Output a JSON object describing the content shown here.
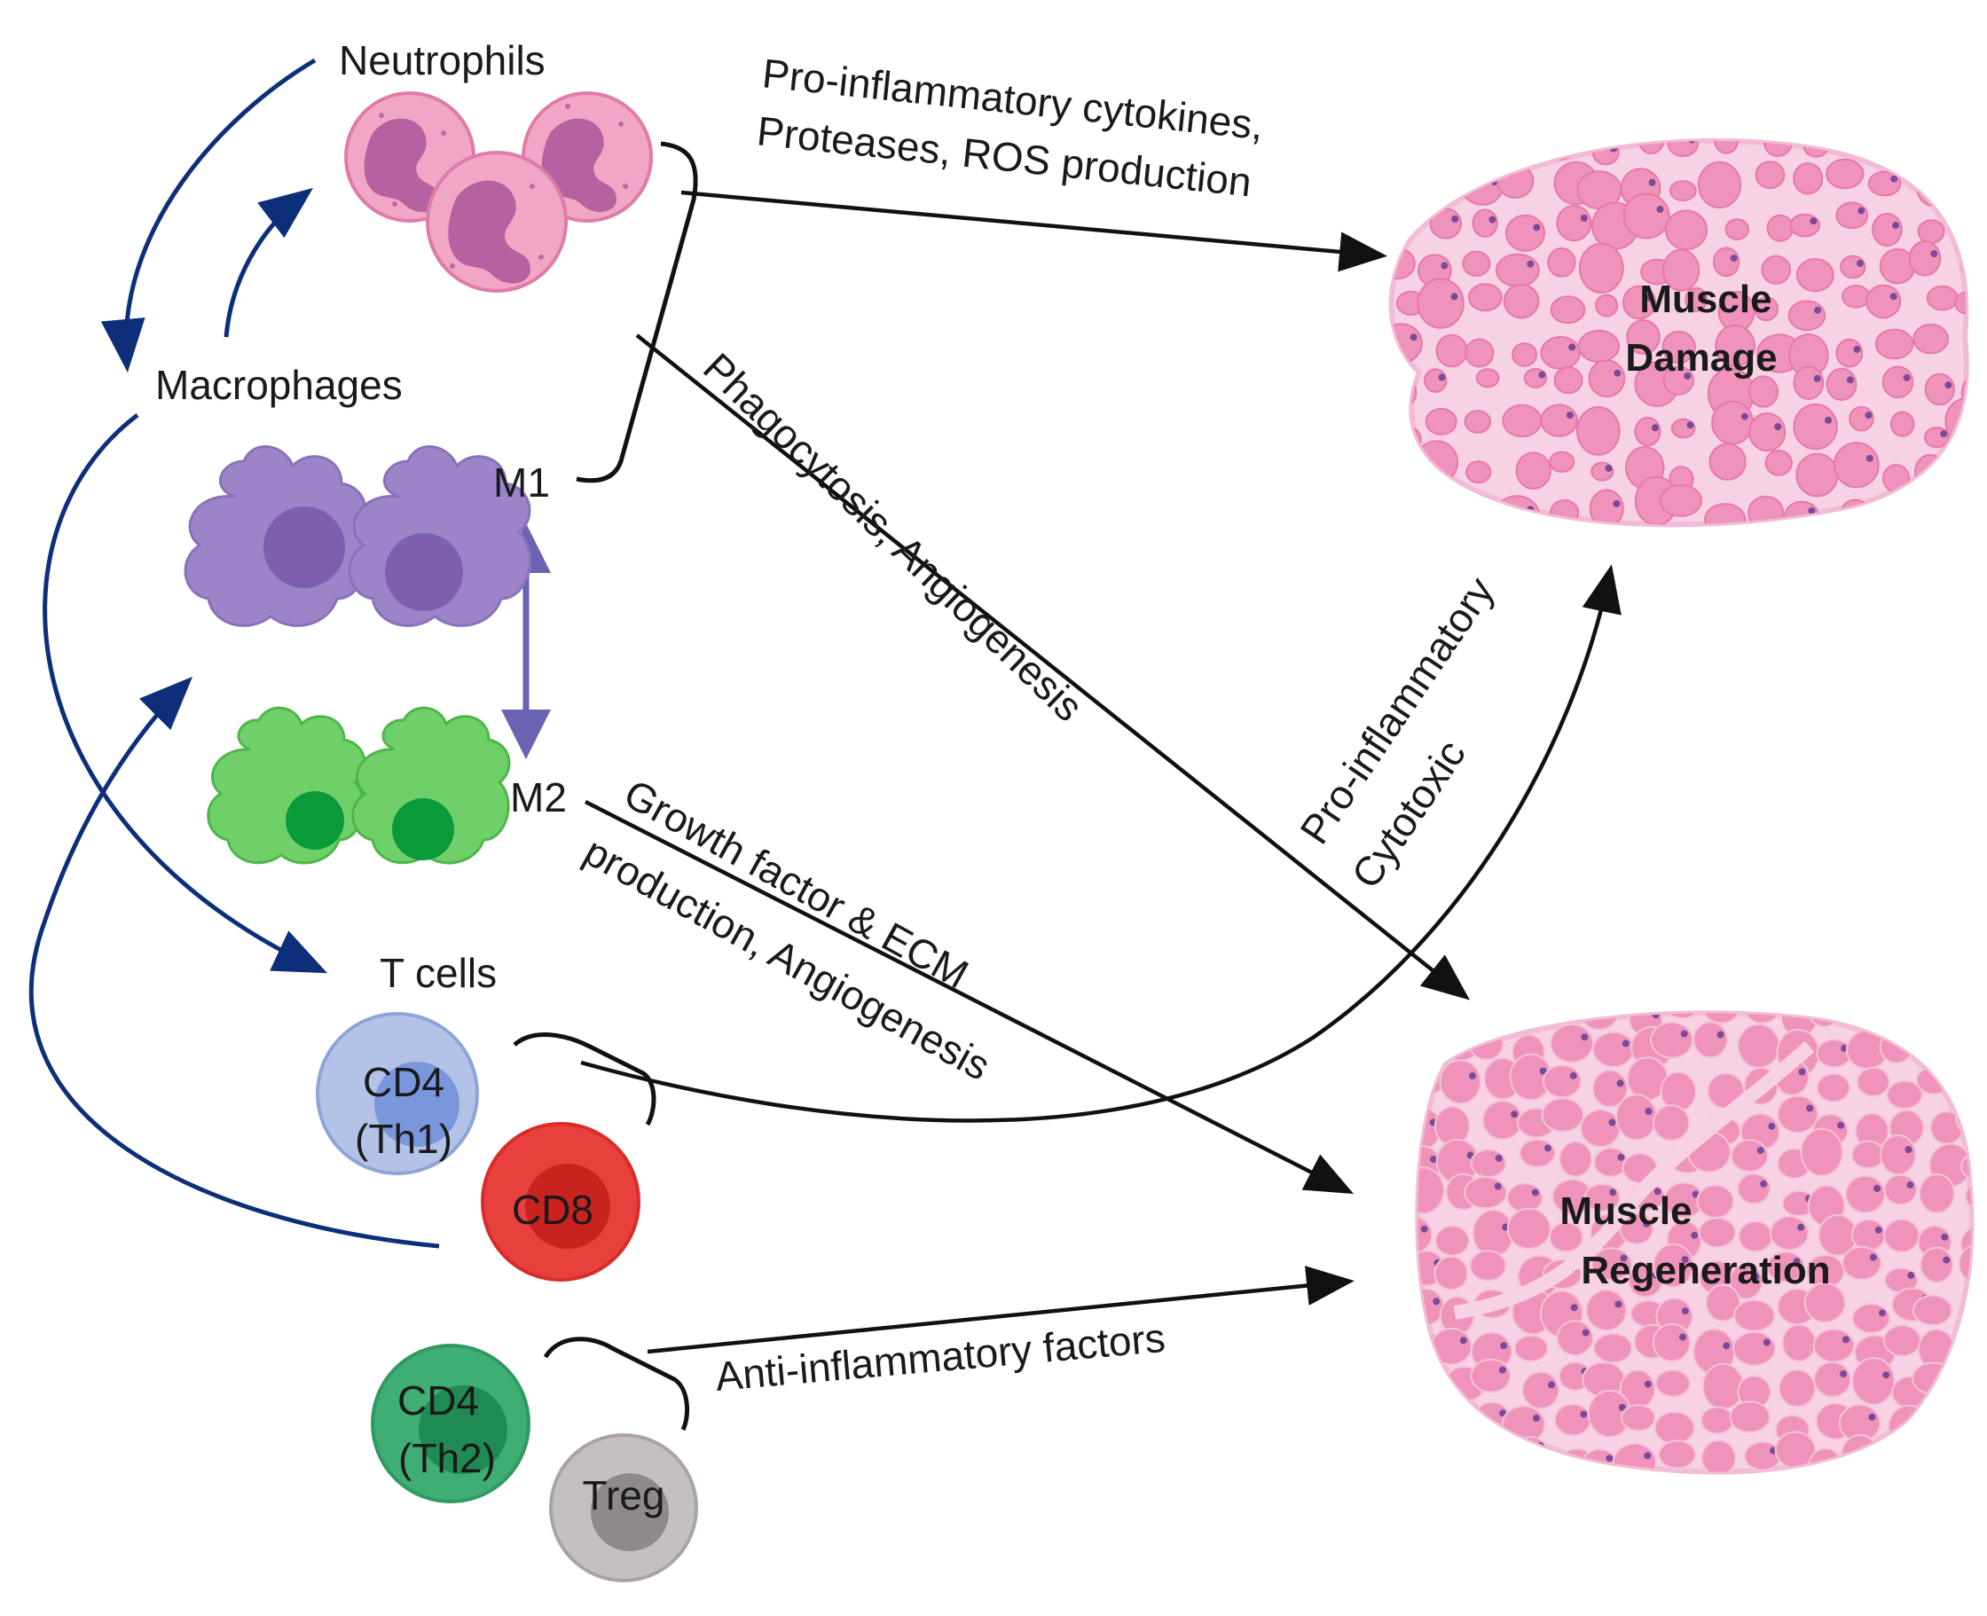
{
  "nodes": {
    "neutrophils": "Neutrophils",
    "macrophages": "Macrophages",
    "m1": "M1",
    "m2": "M2",
    "t_cells": "T cells",
    "cd4_th1_line1": "CD4",
    "cd4_th1_line2": "(Th1)",
    "cd8": "CD8",
    "cd4_th2_line1": "CD4",
    "cd4_th2_line2": "(Th2)",
    "treg": "Treg",
    "muscle_damage_line1": "Muscle",
    "muscle_damage_line2": "Damage",
    "muscle_regen_line1": "Muscle",
    "muscle_regen_line2": "Regeneration"
  },
  "edges": {
    "neutro_m1_to_damage_line1": "Pro-inflammatory cytokines,",
    "neutro_m1_to_damage_line2": "Proteases, ROS production",
    "m1_to_regen": "Phagocytosis, Angiogenesis",
    "m2_to_regen_line1": "Growth factor & ECM",
    "m2_to_regen_line2": "production, Angiogenesis",
    "th1_cd8_to_damage_line1": "Pro-inflammatory",
    "th1_cd8_to_damage_line2": "Cytotoxic",
    "th2_treg_to_regen": "Anti-inflammatory factors"
  },
  "colors": {
    "neutrophil": "#f2a6c6",
    "m1": "#9c84c9",
    "m2": "#6fd06a",
    "cd4_th1": "#b3c3e8",
    "cd8": "#e8403c",
    "cd4_th2": "#3fae74",
    "treg": "#c4c0bf",
    "muscle": "#ef93bb",
    "feedback_arrow": "#0d2f7a",
    "polarization_arrow": "#6a62b3"
  }
}
